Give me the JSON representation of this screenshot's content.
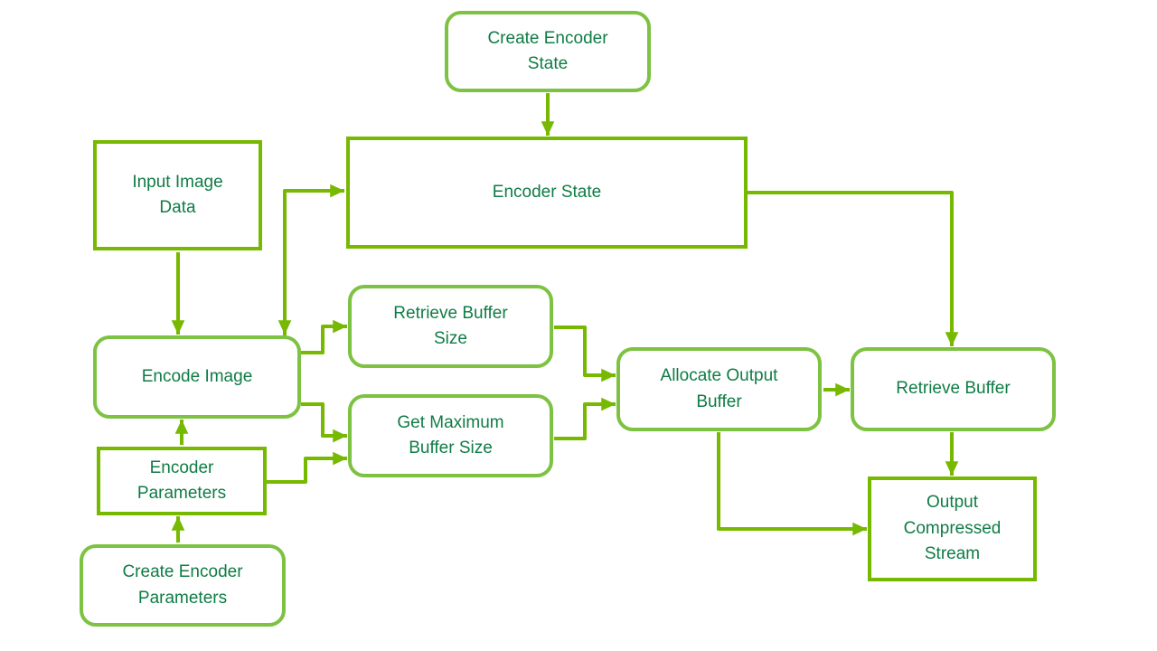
{
  "diagram": {
    "description": "Encoder pipeline flowchart",
    "nodes": [
      {
        "id": "create-encoder-state",
        "label": "Create Encoder\nState",
        "shape": "rounded"
      },
      {
        "id": "encoder-state",
        "label": "Encoder State",
        "shape": "rect"
      },
      {
        "id": "input-image-data",
        "label": "Input Image\nData",
        "shape": "rect"
      },
      {
        "id": "encode-image",
        "label": "Encode Image",
        "shape": "rounded"
      },
      {
        "id": "retrieve-buffer-size",
        "label": "Retrieve Buffer\nSize",
        "shape": "rounded"
      },
      {
        "id": "get-maximum-buffer-size",
        "label": "Get Maximum\nBuffer Size",
        "shape": "rounded"
      },
      {
        "id": "allocate-output-buffer",
        "label": "Allocate Output\nBuffer",
        "shape": "rounded"
      },
      {
        "id": "retrieve-buffer",
        "label": "Retrieve Buffer",
        "shape": "rounded"
      },
      {
        "id": "encoder-parameters",
        "label": "Encoder\nParameters",
        "shape": "rect"
      },
      {
        "id": "create-encoder-parameters",
        "label": "Create Encoder\nParameters",
        "shape": "rounded"
      },
      {
        "id": "output-compressed-stream",
        "label": "Output\nCompressed\nStream",
        "shape": "rect"
      }
    ],
    "edges": [
      {
        "from": "create-encoder-state",
        "to": "encoder-state",
        "arrows": "end"
      },
      {
        "from": "encode-image",
        "to": "encoder-state",
        "arrows": "both"
      },
      {
        "from": "input-image-data",
        "to": "encode-image",
        "arrows": "end"
      },
      {
        "from": "encoder-state",
        "to": "retrieve-buffer",
        "arrows": "end"
      },
      {
        "from": "encode-image",
        "to": "retrieve-buffer-size",
        "arrows": "end"
      },
      {
        "from": "encode-image",
        "to": "get-maximum-buffer-size",
        "arrows": "end"
      },
      {
        "from": "encoder-parameters",
        "to": "encode-image",
        "arrows": "end"
      },
      {
        "from": "encoder-parameters",
        "to": "get-maximum-buffer-size",
        "arrows": "end"
      },
      {
        "from": "create-encoder-parameters",
        "to": "encoder-parameters",
        "arrows": "end"
      },
      {
        "from": "retrieve-buffer-size",
        "to": "allocate-output-buffer",
        "arrows": "end"
      },
      {
        "from": "get-maximum-buffer-size",
        "to": "allocate-output-buffer",
        "arrows": "end"
      },
      {
        "from": "allocate-output-buffer",
        "to": "retrieve-buffer",
        "arrows": "end"
      },
      {
        "from": "allocate-output-buffer",
        "to": "output-compressed-stream",
        "arrows": "end"
      },
      {
        "from": "retrieve-buffer",
        "to": "output-compressed-stream",
        "arrows": "end"
      }
    ]
  },
  "colors": {
    "line": "#76b900",
    "rounded_border": "#7dc242",
    "rect_border": "#76b900",
    "text": "#0f7c45",
    "background": "#ffffff"
  }
}
